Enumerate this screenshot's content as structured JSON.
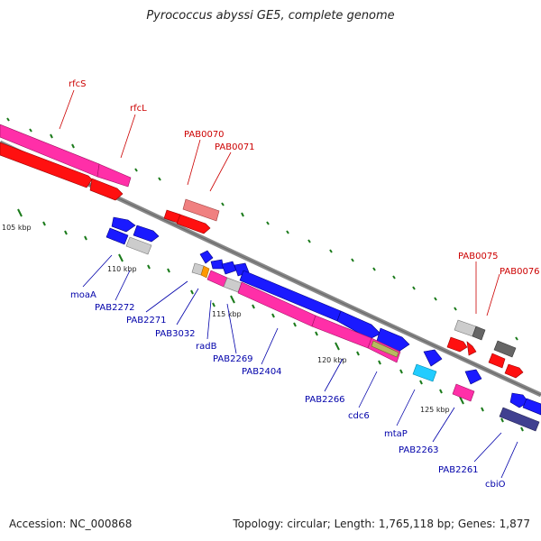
{
  "title": "Pyrococcus abyssi GE5, complete genome",
  "footer": {
    "accession": "Accession: NC_000868",
    "topology": "Topology: circular; Length: 1,765,118 bp; Genes: 1,877"
  },
  "kbp_labels": [
    "105 kbp",
    "110 kbp",
    "115 kbp",
    "120 kbp",
    "125 kbp"
  ],
  "colors": {
    "top_strand_label": "#cc0000",
    "bottom_strand_label": "#0000aa",
    "backbone": "#888888"
  },
  "top_labels": [
    "rfcS",
    "rfcL",
    "PAB0070",
    "PAB0071",
    "PAB0075",
    "PAB0076"
  ],
  "bottom_labels": [
    "moaA",
    "PAB2272",
    "PAB2271",
    "PAB3032",
    "radB",
    "PAB2269",
    "PAB2404",
    "PAB2266",
    "cdc6",
    "mtaP",
    "PAB2263",
    "PAB2261",
    "cbiO"
  ]
}
